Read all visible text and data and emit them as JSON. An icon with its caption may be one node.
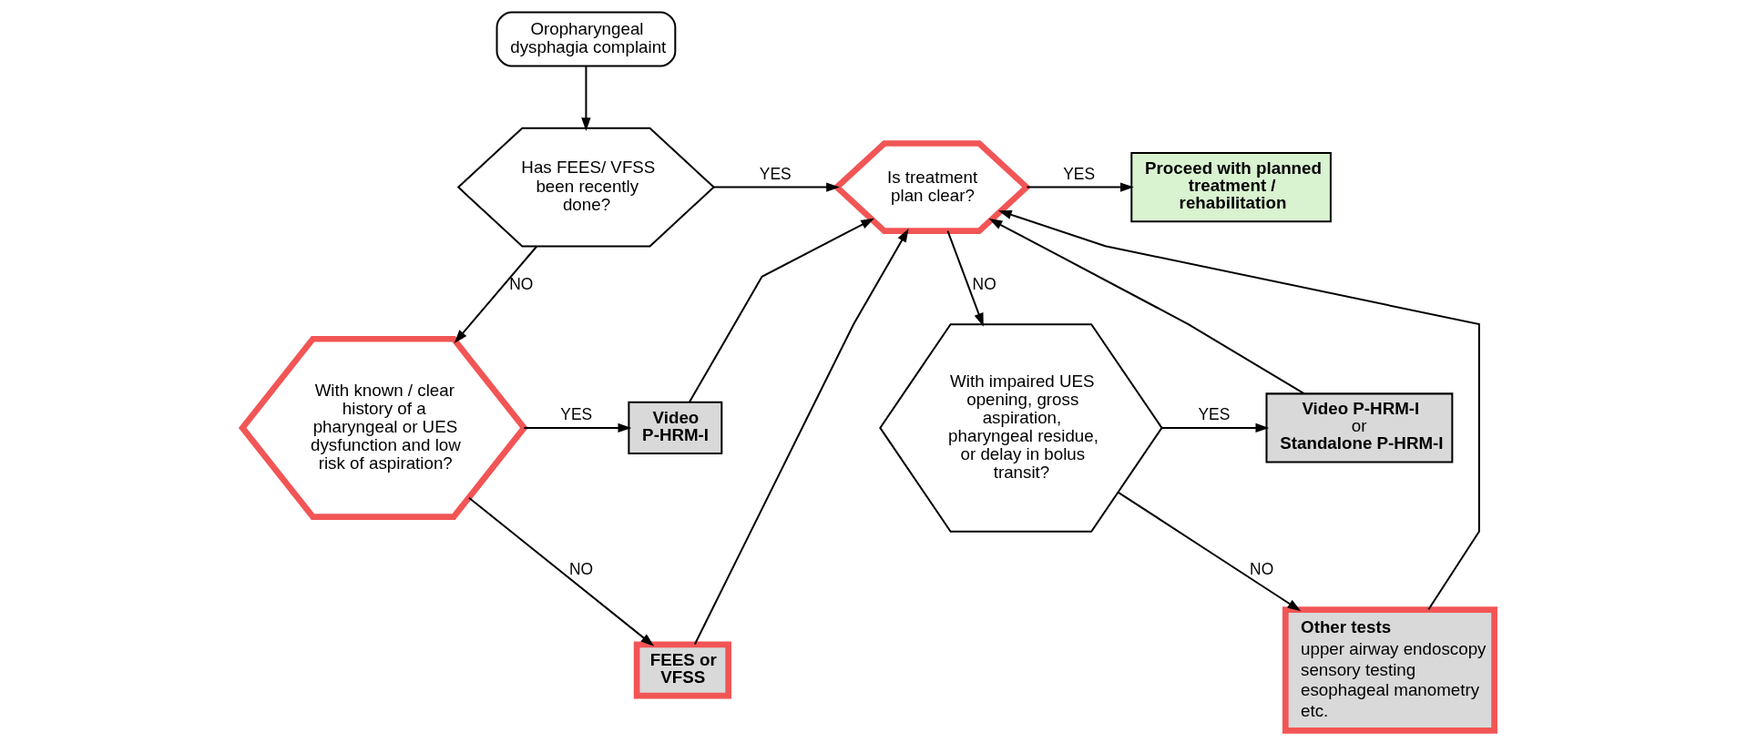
{
  "diagram": {
    "nodes": [
      {
        "text": [
          "Oropharyngeal dysphagia complaint"
        ]
      },
      {
        "text": [
          "Has FEES/ VFSS been recently done?"
        ]
      },
      {
        "text": [
          "With known / clear history of a pharyngeal or UES dysfunction and low risk of aspiration?"
        ]
      },
      {
        "text": [
          "Video P-HRM-I"
        ]
      },
      {
        "text": [
          "FEES or VFSS"
        ]
      },
      {
        "text": [
          "Is treatment plan clear?"
        ]
      },
      {
        "text": [
          "Proceed with planned treatment / rehabilitation"
        ]
      },
      {
        "text": [
          "With impaired UES opening, gross aspiration, pharyngeal residue, or delay in bolus transit?"
        ]
      },
      {
        "text": [
          "**Video P-HRM-I** or **Standalone P-HRM-I**"
        ]
      },
      {
        "text": [
          "Other tests",
          "upper airway endoscopy",
          "sensory testing",
          "esophageal manometry",
          "etc."
        ]
      }
    ],
    "edges": [
      {
        "from": 0,
        "to": 1,
        "arrow": "to"
      },
      {
        "from": 1,
        "to": 5,
        "arrow": "to",
        "label": "YES"
      },
      {
        "from": 1,
        "to": 2,
        "arrow": "to",
        "label": "NO"
      },
      {
        "from": 2,
        "to": 3,
        "arrow": "to",
        "label": "YES"
      },
      {
        "from": 2,
        "to": 4,
        "arrow": "to",
        "label": "NO"
      },
      {
        "from": 3,
        "to": 5,
        "arrow": "to"
      },
      {
        "from": 4,
        "to": 5,
        "arrow": "to"
      },
      {
        "from": 9,
        "to": 5,
        "arrow": "to"
      },
      {
        "from": 8,
        "to": 5,
        "arrow": "to"
      },
      {
        "from": 5,
        "to": 6,
        "arrow": "to",
        "label": "YES"
      },
      {
        "from": 5,
        "to": 7,
        "arrow": "to",
        "label": "NO"
      },
      {
        "from": 7,
        "to": 8,
        "arrow": "to",
        "label": "YES"
      },
      {
        "from": 7,
        "to": 9,
        "arrow": "to",
        "label": "NO"
      }
    ]
  }
}
